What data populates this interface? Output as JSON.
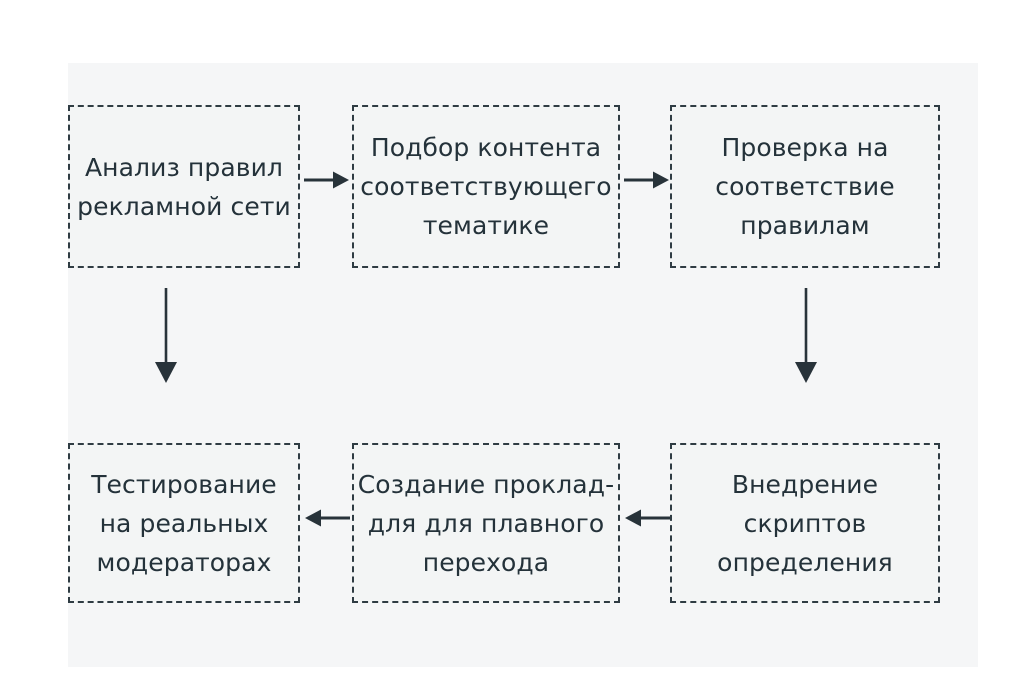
{
  "diagram": {
    "type": "flowchart",
    "title": "",
    "background_color": "#ffffff",
    "panel_color": "#f5f6f7",
    "node_fill_color": "#f3f5f5",
    "node_border_color": "#2f3c43",
    "text_color": "#24323a",
    "arrow_color": "#28333a",
    "nodes": [
      {
        "id": "r1c1",
        "label": "Анализ правил\nрекламной сети",
        "row": 1,
        "col": 1
      },
      {
        "id": "r1c2",
        "label": "Подбор контента\nсоответствующего\nтематике",
        "row": 1,
        "col": 2
      },
      {
        "id": "r1c3",
        "label": "Проверка на\nсоответствие\nправилам",
        "row": 1,
        "col": 3
      },
      {
        "id": "r2c1",
        "label": "Тестирование\nна реальных\nмодераторах",
        "row": 2,
        "col": 1
      },
      {
        "id": "r2c2",
        "label": "Создание проклад-\nдля для плавного\nперехода",
        "row": 2,
        "col": 2
      },
      {
        "id": "r2c3",
        "label": "Внедрение\nскриптов\nопределения",
        "row": 2,
        "col": 3
      }
    ],
    "edges": [
      {
        "id": "e1",
        "from": "r1c1",
        "to": "r1c2",
        "direction": "right"
      },
      {
        "id": "e2",
        "from": "r1c2",
        "to": "r1c3",
        "direction": "right"
      },
      {
        "id": "e3",
        "from": "r1c3",
        "to": "r2c3",
        "direction": "down"
      },
      {
        "id": "e4",
        "from": "r2c3",
        "to": "r2c2",
        "direction": "left"
      },
      {
        "id": "e5",
        "from": "r2c2",
        "to": "r2c1",
        "direction": "left"
      },
      {
        "id": "e6",
        "from": "r1c1",
        "to": "r2c1",
        "direction": "down"
      }
    ]
  }
}
